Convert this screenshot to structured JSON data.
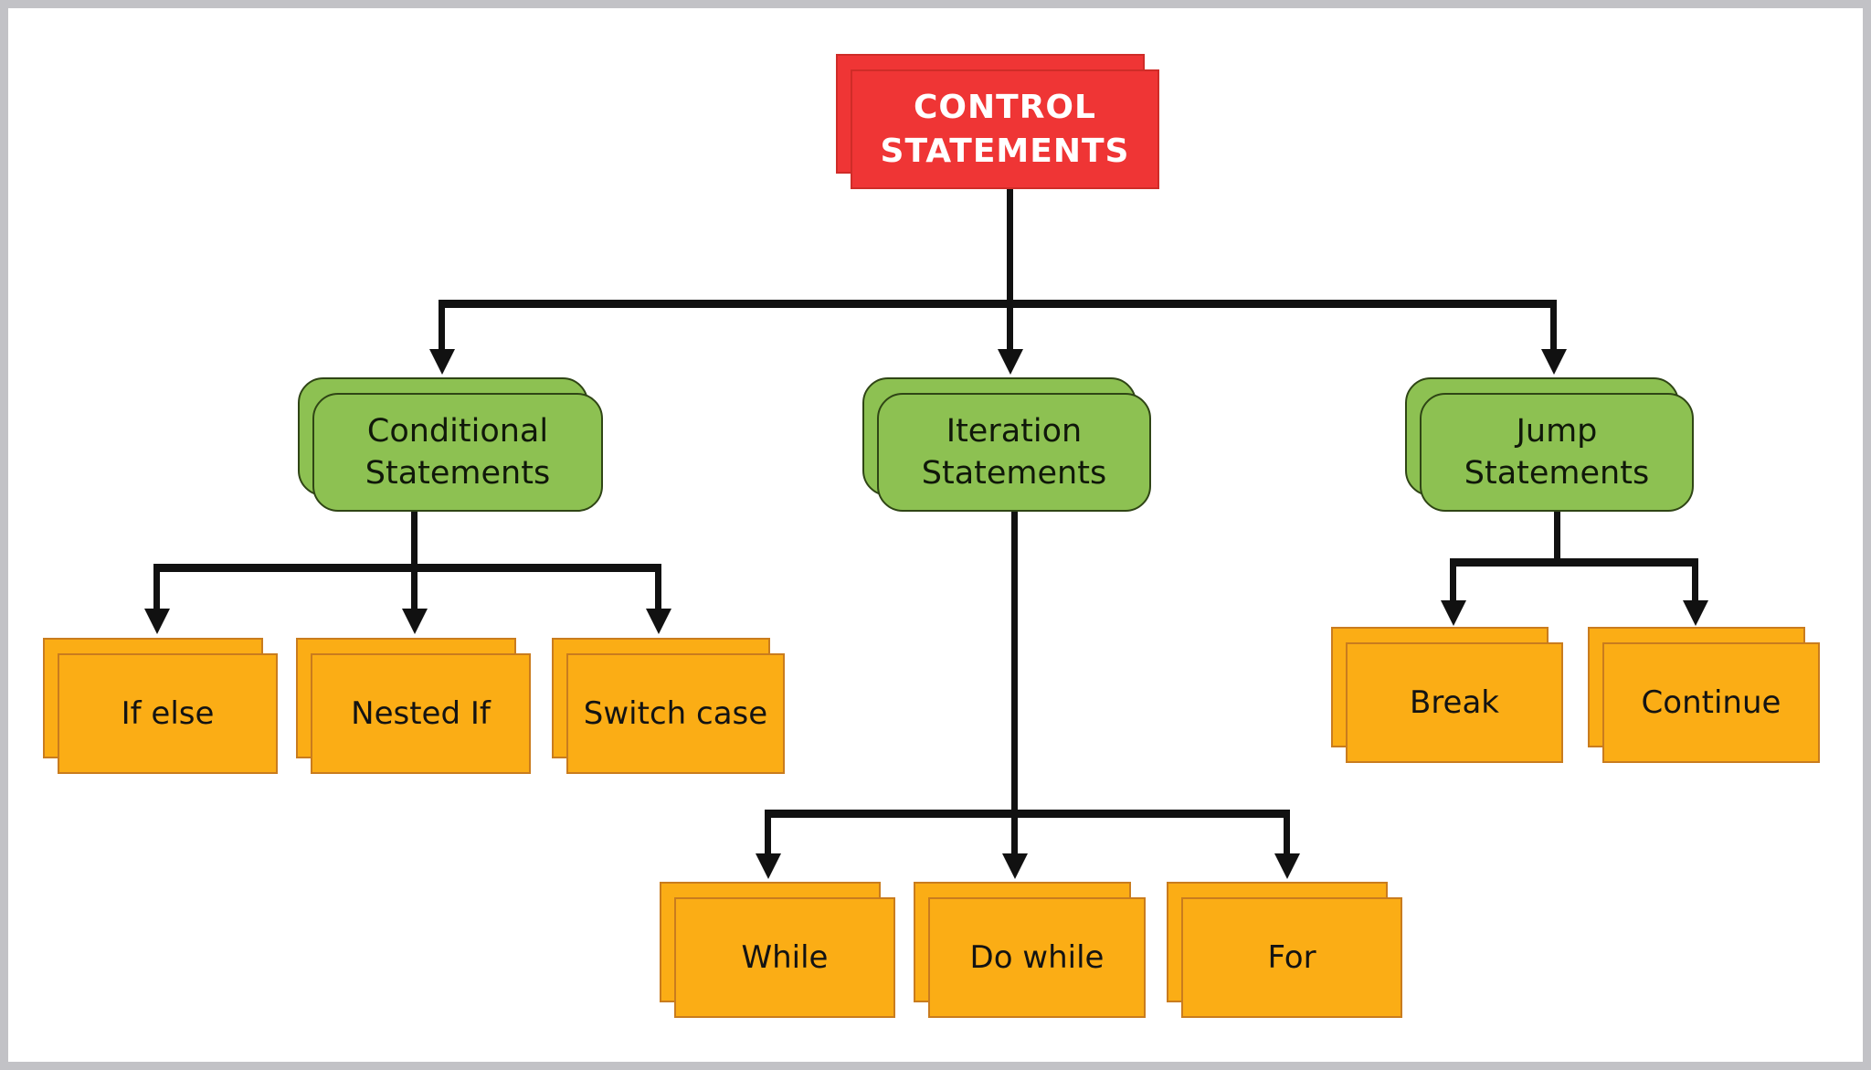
{
  "colors": {
    "root_fill": "#ef3535",
    "root_border": "#cf2c28",
    "branch_fill": "#8dc152",
    "branch_border": "#2f4515",
    "leaf_fill": "#fbad15",
    "leaf_border": "#c97c1e",
    "connector": "#111111",
    "frame_color": "#c2c2c6"
  },
  "nodes": {
    "root": {
      "lines": [
        "CONTROL",
        "STATEMENTS"
      ]
    },
    "conditional": {
      "lines": [
        "Conditional",
        "Statements"
      ]
    },
    "iteration": {
      "lines": [
        "Iteration",
        "Statements"
      ]
    },
    "jump": {
      "lines": [
        "Jump",
        "Statements"
      ]
    },
    "if_else": {
      "label": "If else"
    },
    "nested_if": {
      "label": "Nested If"
    },
    "switch_case": {
      "label": "Switch case"
    },
    "while": {
      "label": "While"
    },
    "do_while": {
      "label": "Do while"
    },
    "for": {
      "label": "For"
    },
    "break": {
      "label": "Break"
    },
    "continue": {
      "label": "Continue"
    }
  }
}
